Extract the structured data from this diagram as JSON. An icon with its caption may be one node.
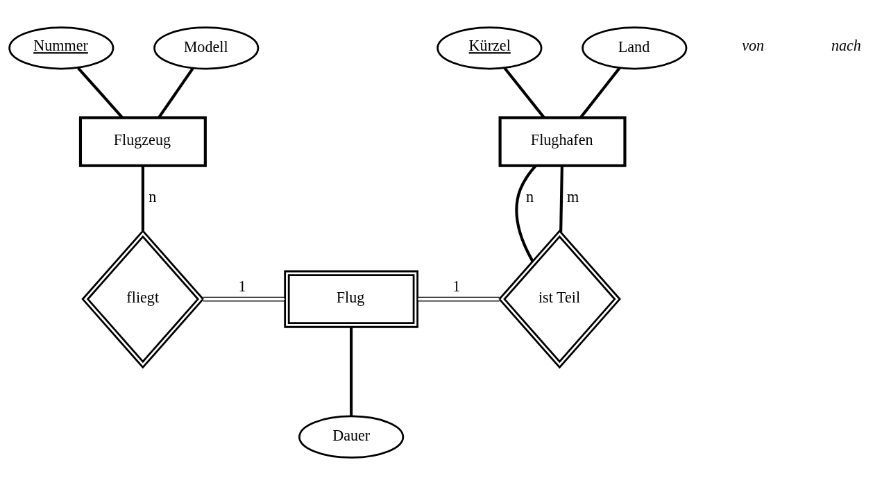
{
  "diagram": {
    "nodes": [
      {
        "text": [
          "Nummer"
        ]
      },
      {
        "text": [
          "Modell"
        ]
      },
      {
        "text": [
          "Kürzel"
        ]
      },
      {
        "text": [
          "Land"
        ]
      },
      {
        "text": [
          "Flugzeug"
        ]
      },
      {
        "text": [
          "Flughafen"
        ]
      },
      {
        "text": [
          "fliegt"
        ]
      },
      {
        "text": [
          "Flug"
        ]
      },
      {
        "text": [
          "ist Teil"
        ]
      },
      {
        "text": [
          "Dauer"
        ]
      }
    ],
    "edges": [
      {
        "from": 0,
        "to": 4,
        "arrow": "none"
      },
      {
        "from": 1,
        "to": 4,
        "arrow": "none"
      },
      {
        "from": 2,
        "to": 5,
        "arrow": "none"
      },
      {
        "from": 3,
        "to": 5,
        "arrow": "none"
      },
      {
        "from": 4,
        "to": 6,
        "arrow": "none",
        "label": "n"
      },
      {
        "from": 6,
        "to": 7,
        "arrow": "none",
        "label": "1"
      },
      {
        "from": 7,
        "to": 8,
        "arrow": "none",
        "label": "1"
      },
      {
        "from": 5,
        "to": 8,
        "arrow": "none",
        "label": "n"
      },
      {
        "from": 5,
        "to": 8,
        "arrow": "none",
        "label": "m"
      },
      {
        "from": 7,
        "to": 9,
        "arrow": "none"
      }
    ],
    "labels": [
      "von",
      "nach"
    ]
  }
}
